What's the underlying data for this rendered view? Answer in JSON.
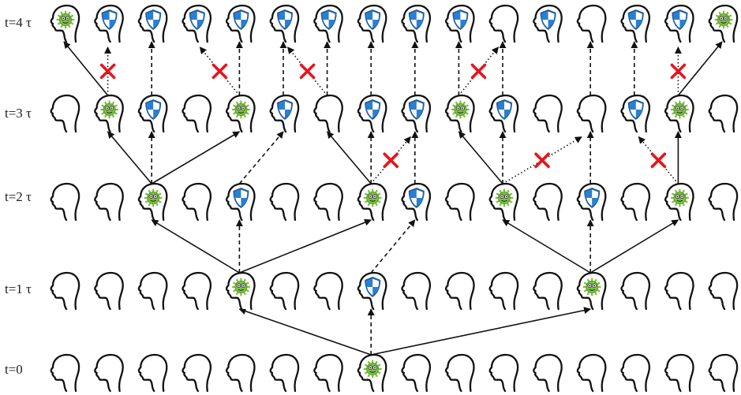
{
  "time_labels": [
    "t=0",
    "t=1 τ",
    "t=2 τ",
    "t=3 τ",
    "t=4 τ"
  ],
  "palette": {
    "outline": "#111111",
    "arrow": "#111111",
    "blocked": "#e8141c",
    "virus": "#7cc043",
    "virus_dark": "#5a9a2a",
    "shield_blue": "#2a7fd0",
    "shield_dark": "#1f5f9e"
  },
  "grid": {
    "columns": 16,
    "legend": {
      "h": "healthy",
      "i": "infected",
      "p": "protected"
    },
    "rows": [
      "hhhhhhhihhhhhhhh",
      "hhhhihhphhhhihhh",
      "hhihphhiphihphih",
      "hiphiphppiphhpih",
      "ippppppppphphppi"
    ]
  },
  "transmissions": [
    {
      "from": [
        0,
        7
      ],
      "to": [
        1,
        4
      ],
      "style": "solid"
    },
    {
      "from": [
        0,
        7
      ],
      "to": [
        1,
        7
      ],
      "style": "dashed"
    },
    {
      "from": [
        0,
        7
      ],
      "to": [
        1,
        12
      ],
      "style": "solid"
    },
    {
      "from": [
        1,
        4
      ],
      "to": [
        2,
        2
      ],
      "style": "solid"
    },
    {
      "from": [
        1,
        4
      ],
      "to": [
        2,
        4
      ],
      "style": "dashed"
    },
    {
      "from": [
        1,
        4
      ],
      "to": [
        2,
        7
      ],
      "style": "solid"
    },
    {
      "from": [
        1,
        7
      ],
      "to": [
        2,
        8
      ],
      "style": "dashed"
    },
    {
      "from": [
        1,
        12
      ],
      "to": [
        2,
        10
      ],
      "style": "solid"
    },
    {
      "from": [
        1,
        12
      ],
      "to": [
        2,
        12
      ],
      "style": "dashed"
    },
    {
      "from": [
        1,
        12
      ],
      "to": [
        2,
        14
      ],
      "style": "solid"
    },
    {
      "from": [
        2,
        2
      ],
      "to": [
        3,
        1
      ],
      "style": "solid"
    },
    {
      "from": [
        2,
        2
      ],
      "to": [
        3,
        2
      ],
      "style": "dashed"
    },
    {
      "from": [
        2,
        2
      ],
      "to": [
        3,
        4
      ],
      "style": "solid"
    },
    {
      "from": [
        2,
        4
      ],
      "to": [
        3,
        5
      ],
      "style": "dashed"
    },
    {
      "from": [
        2,
        7
      ],
      "to": [
        3,
        6
      ],
      "style": "solid"
    },
    {
      "from": [
        2,
        7
      ],
      "to": [
        3,
        7
      ],
      "style": "dashed"
    },
    {
      "from": [
        2,
        7
      ],
      "to": [
        3,
        8
      ],
      "style": "dotted",
      "blocked": true
    },
    {
      "from": [
        2,
        8
      ],
      "to": [
        3,
        8
      ],
      "style": "dashed"
    },
    {
      "from": [
        2,
        10
      ],
      "to": [
        3,
        9
      ],
      "style": "solid"
    },
    {
      "from": [
        2,
        10
      ],
      "to": [
        3,
        10
      ],
      "style": "dashed"
    },
    {
      "from": [
        2,
        10
      ],
      "to": [
        3,
        12
      ],
      "style": "dotted",
      "blocked": true
    },
    {
      "from": [
        2,
        12
      ],
      "to": [
        3,
        12
      ],
      "style": "dashed"
    },
    {
      "from": [
        2,
        14
      ],
      "to": [
        3,
        13
      ],
      "style": "dotted",
      "blocked": true
    },
    {
      "from": [
        2,
        14
      ],
      "to": [
        3,
        14
      ],
      "style": "solid"
    },
    {
      "from": [
        3,
        1
      ],
      "to": [
        4,
        0
      ],
      "style": "solid"
    },
    {
      "from": [
        3,
        1
      ],
      "to": [
        4,
        1
      ],
      "style": "dotted",
      "blocked": true
    },
    {
      "from": [
        3,
        2
      ],
      "to": [
        4,
        2
      ],
      "style": "dashed"
    },
    {
      "from": [
        3,
        4
      ],
      "to": [
        4,
        3
      ],
      "style": "dotted",
      "blocked": true
    },
    {
      "from": [
        3,
        4
      ],
      "to": [
        4,
        4
      ],
      "style": "dashed"
    },
    {
      "from": [
        3,
        5
      ],
      "to": [
        4,
        5
      ],
      "style": "dashed"
    },
    {
      "from": [
        3,
        6
      ],
      "to": [
        4,
        5
      ],
      "style": "dotted",
      "blocked": true
    },
    {
      "from": [
        3,
        6
      ],
      "to": [
        4,
        6
      ],
      "style": "dashed"
    },
    {
      "from": [
        3,
        7
      ],
      "to": [
        4,
        7
      ],
      "style": "dashed"
    },
    {
      "from": [
        3,
        8
      ],
      "to": [
        4,
        8
      ],
      "style": "dashed"
    },
    {
      "from": [
        3,
        9
      ],
      "to": [
        4,
        9
      ],
      "style": "dashed"
    },
    {
      "from": [
        3,
        9
      ],
      "to": [
        4,
        10
      ],
      "style": "dotted",
      "blocked": true
    },
    {
      "from": [
        3,
        10
      ],
      "to": [
        4,
        10
      ],
      "style": "dashed"
    },
    {
      "from": [
        3,
        12
      ],
      "to": [
        4,
        12
      ],
      "style": "dashed"
    },
    {
      "from": [
        3,
        13
      ],
      "to": [
        4,
        13
      ],
      "style": "dashed"
    },
    {
      "from": [
        3,
        14
      ],
      "to": [
        4,
        14
      ],
      "style": "dotted",
      "blocked": true
    },
    {
      "from": [
        3,
        14
      ],
      "to": [
        4,
        15
      ],
      "style": "solid"
    }
  ]
}
